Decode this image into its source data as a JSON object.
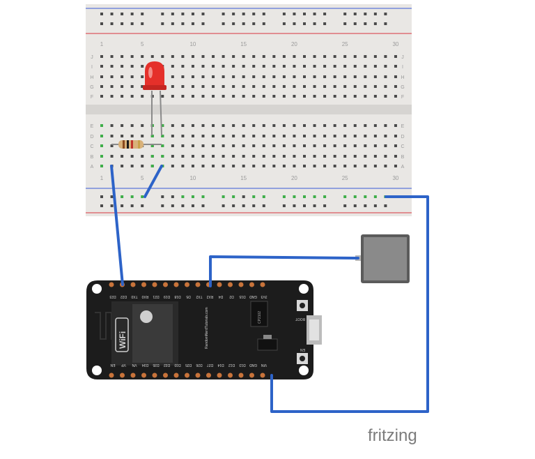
{
  "breadboard": {
    "column_numbers": [
      "1",
      "5",
      "10",
      "15",
      "20",
      "25",
      "30"
    ],
    "rows_top": [
      "J",
      "I",
      "H",
      "G",
      "F"
    ],
    "rows_bottom": [
      "E",
      "D",
      "C",
      "B",
      "A"
    ]
  },
  "board": {
    "top_pins": [
      "D23",
      "D22",
      "TX0",
      "RX0",
      "D21",
      "D19",
      "D18",
      "D5",
      "TX2",
      "RX2",
      "D4",
      "D2",
      "D15",
      "GND",
      "3V3"
    ],
    "bottom_pins": [
      "EN",
      "VP",
      "VN",
      "D34",
      "D35",
      "D32",
      "D33",
      "D25",
      "D26",
      "D27",
      "D14",
      "D12",
      "D13",
      "GND",
      "VIN"
    ],
    "wifi_text": "WiFi",
    "boot_label": "BOOT",
    "en_label": "EN",
    "chip_label": "CP2102",
    "site_text": "RandomNerdTutorials.com"
  },
  "logo": {
    "text": "fritzing"
  },
  "colors": {
    "wire": "#2d63c8",
    "breadboard": "#e9e7e4",
    "rail_red": "#d9363e",
    "rail_blue": "#3b5bd6",
    "led": "#e5302a",
    "board": "#1c1c1c",
    "logo": "#7b7b7b"
  }
}
